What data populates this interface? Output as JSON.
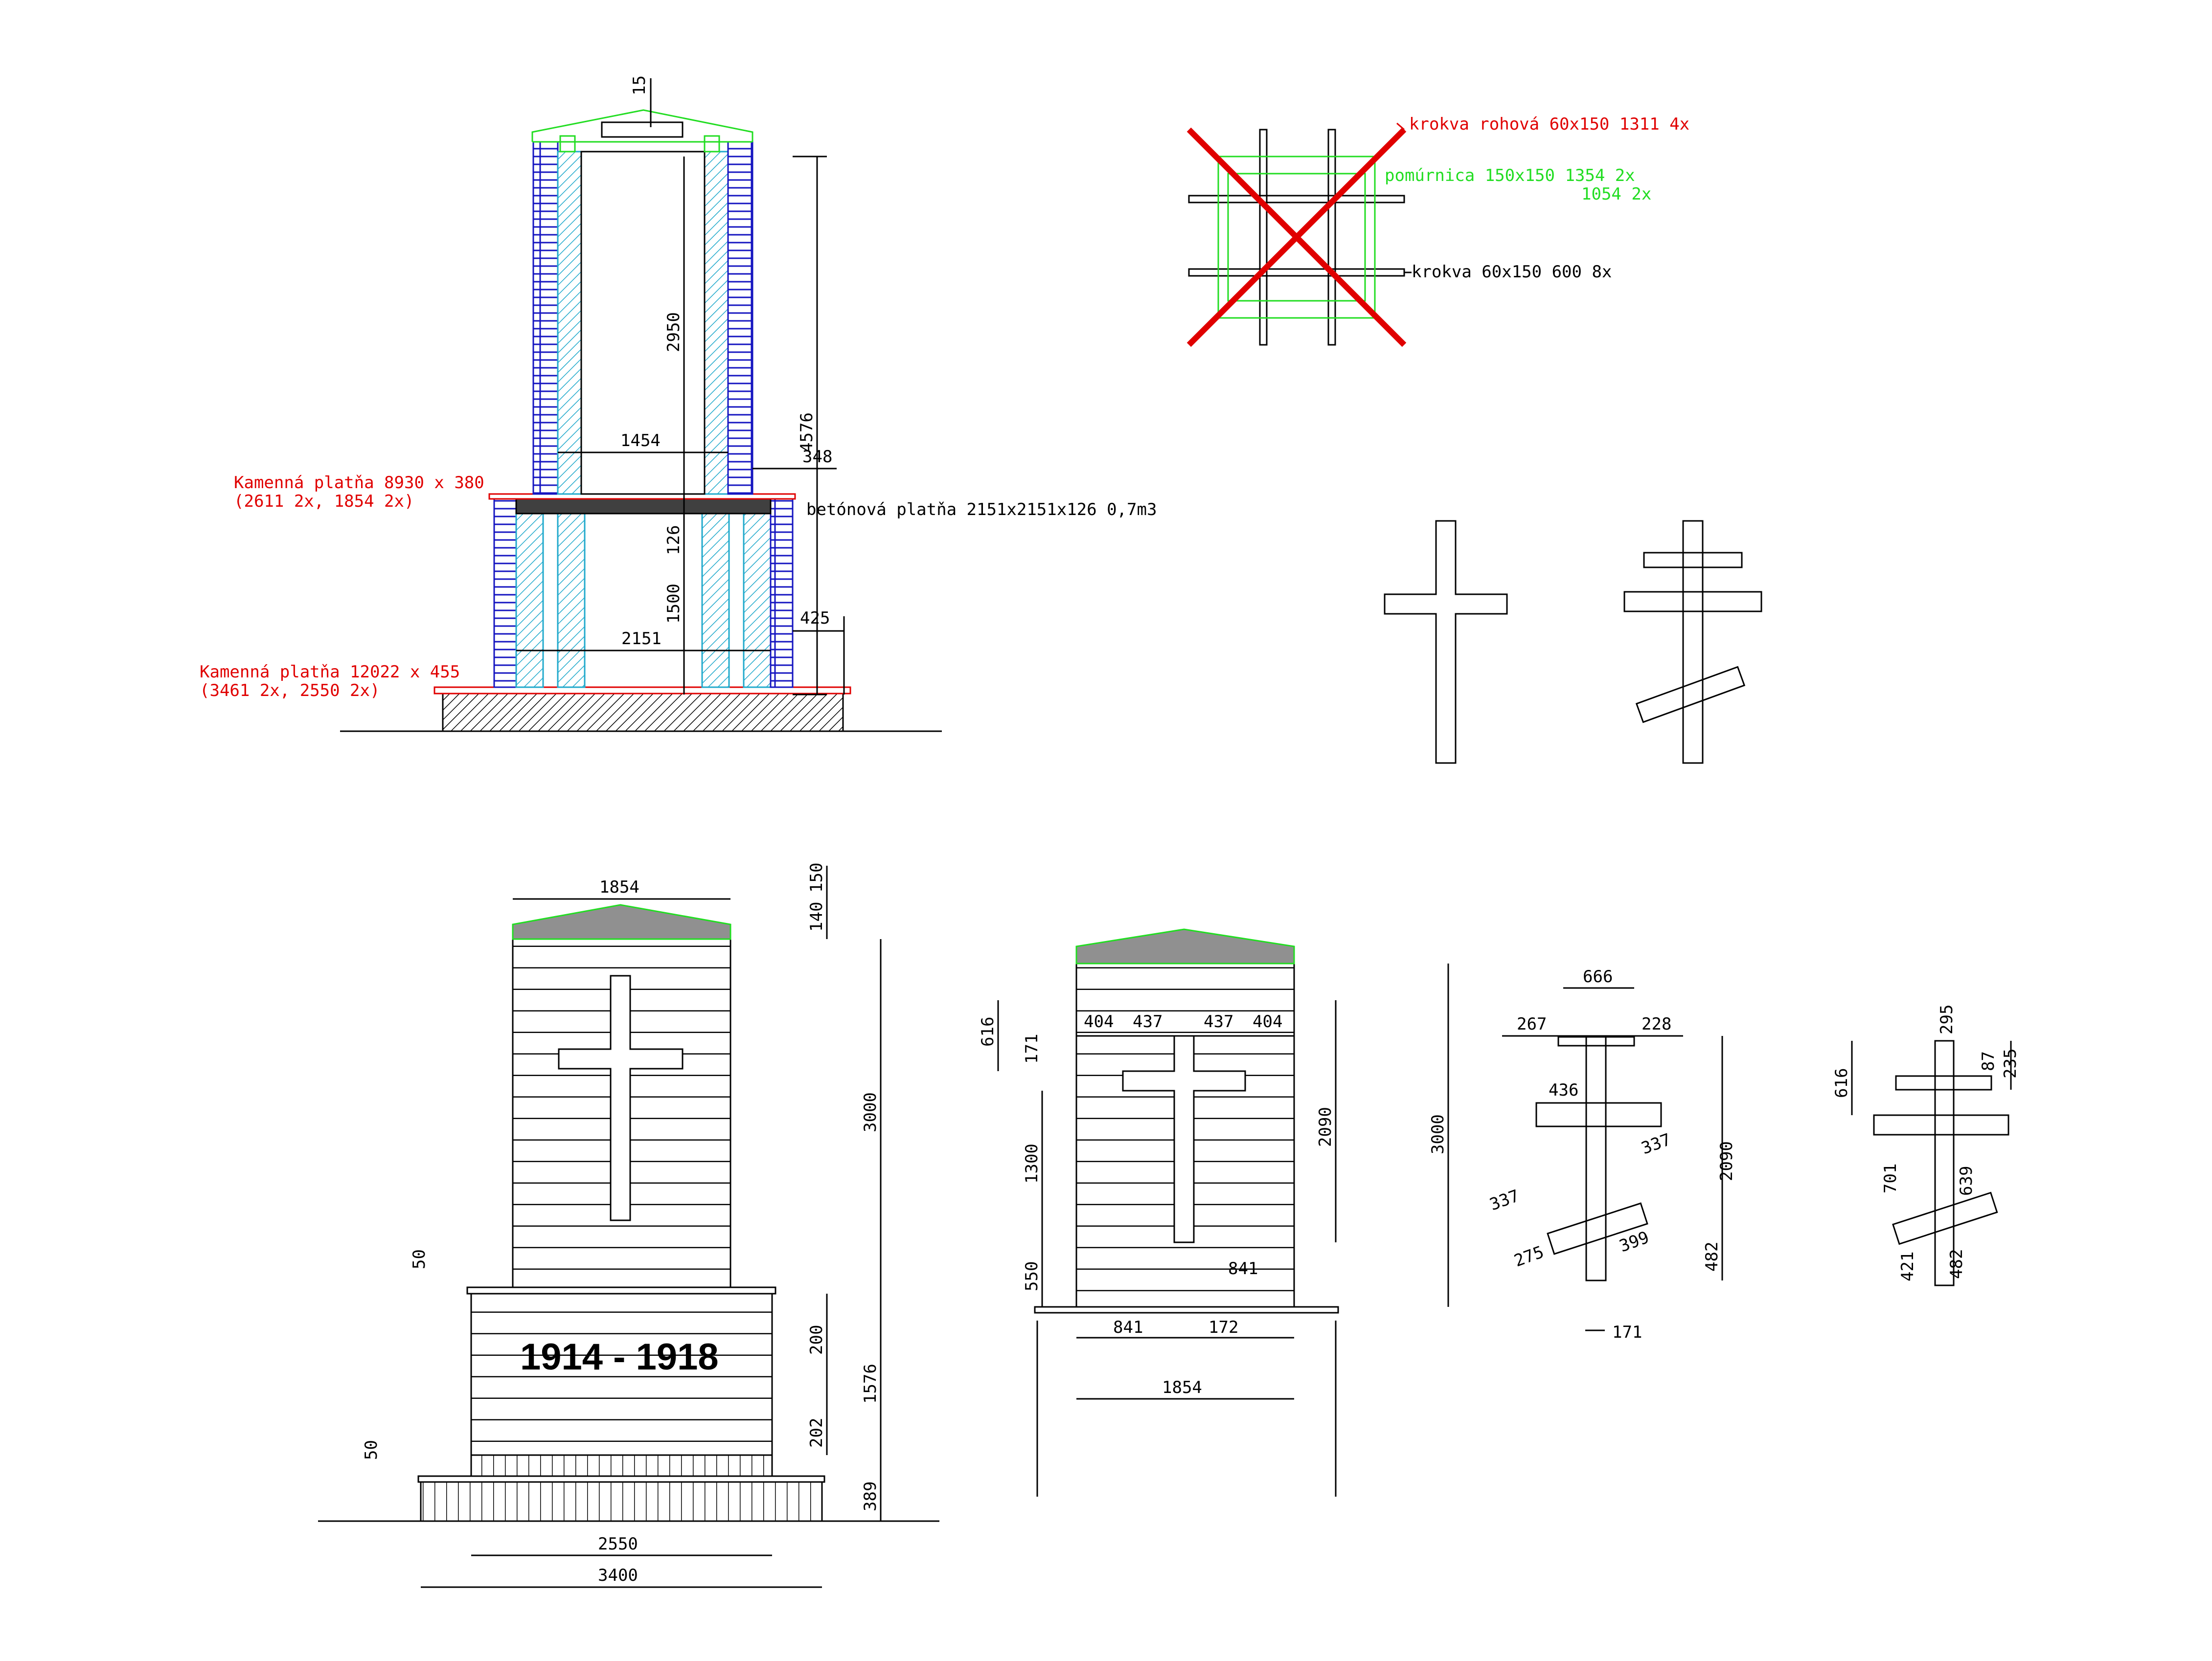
{
  "colors": {
    "line": "#000000",
    "red": "#e00000",
    "green": "#22dd22",
    "blue": "#1515c0",
    "cyan": "#22aacc",
    "roof_fill": "#909090",
    "dark": "#404040"
  },
  "section": {
    "notes": {
      "stone_upper_1": "Kamenná platňa 8930 x 380",
      "stone_upper_2": "(2611 2x, 1854 2x)",
      "stone_lower_1": "Kamenná platňa 12022 x 455",
      "stone_lower_2": "(3461 2x, 2550 2x)",
      "concrete": "betónová platňa 2151x2151x126    0,7m3"
    },
    "dims": {
      "d15": "15",
      "d2950": "2950",
      "d4576": "4576",
      "d1454": "1454",
      "d348": "348",
      "d126": "126",
      "d1500": "1500",
      "d425": "425",
      "d2151": "2151"
    }
  },
  "rafters": {
    "corner": "krokva rohová 60x150 1311 4x",
    "purlin_1": "pomúrnica 150x150  1354 2x",
    "purlin_2": "1054 2x",
    "common": "krokva  60x150 600 8x"
  },
  "front": {
    "years": "1914 - 1918",
    "dims": {
      "top": "1854",
      "d150": "150",
      "d140": "140",
      "d3000": "3000",
      "d50a": "50",
      "d200": "200",
      "d1576": "1576",
      "d202": "202",
      "d50b": "50",
      "d389": "389",
      "d2550": "2550",
      "d3400": "3400"
    }
  },
  "side": {
    "dims": {
      "d404a": "404",
      "d437a": "437",
      "d437b": "437",
      "d404b": "404",
      "d616": "616",
      "d171": "171",
      "d1300": "1300",
      "d550": "550",
      "d2090": "2090",
      "d841a": "841",
      "d841b": "841",
      "d172": "172",
      "d1854": "1854"
    }
  },
  "cross_dims": {
    "d3000": "3000",
    "d666": "666",
    "d267": "267",
    "d228": "228",
    "d436": "436",
    "d337a": "337",
    "d337b": "337",
    "d275": "275",
    "d399": "399",
    "d482a": "482",
    "d2090": "2090",
    "d171": "171"
  },
  "cross2_dims": {
    "d295": "295",
    "d87": "87",
    "d235": "235",
    "d616": "616",
    "d701": "701",
    "d639": "639",
    "d421": "421",
    "d482": "482"
  }
}
